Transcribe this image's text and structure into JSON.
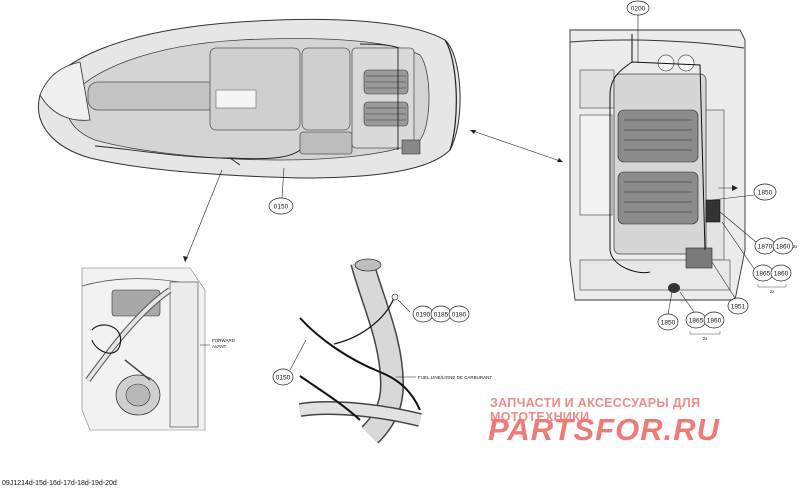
{
  "diagram": {
    "callouts": {
      "c0200": "0200",
      "c0150_main": "0150",
      "c1850_right": "1850",
      "c1870": "1870",
      "c1860_a": "1860",
      "c1865": "1865",
      "c1860_b": "1860",
      "c1951": "1951",
      "c1850_bottom": "1850",
      "c1865_b": "1865",
      "c1860_c": "1860",
      "c0190": "0190",
      "c0185": "0185",
      "c0180": "0180",
      "c0150_detail": "0150"
    },
    "qty_marks": {
      "q1": "2x",
      "q2": "2x",
      "q3": "2x"
    },
    "labels": {
      "forward": "FORWARD\nAVANT",
      "fuel_line": "FUEL LINE/LIGNE DE CARBURANT"
    }
  },
  "watermark": {
    "tagline": "ЗАПЧАСТИ И АКСЕССУАРЫ ДЛЯ МОТОТЕХНИКИ",
    "logo": "PARTSFOR.RU"
  },
  "footer": {
    "code": "09J1214d-15d-16d-17d-18d-19d-20d"
  },
  "colors": {
    "hull": "#dcdcdc",
    "deck": "#c8c8c8",
    "line": "#333333",
    "watermark": "#ee7b78"
  }
}
